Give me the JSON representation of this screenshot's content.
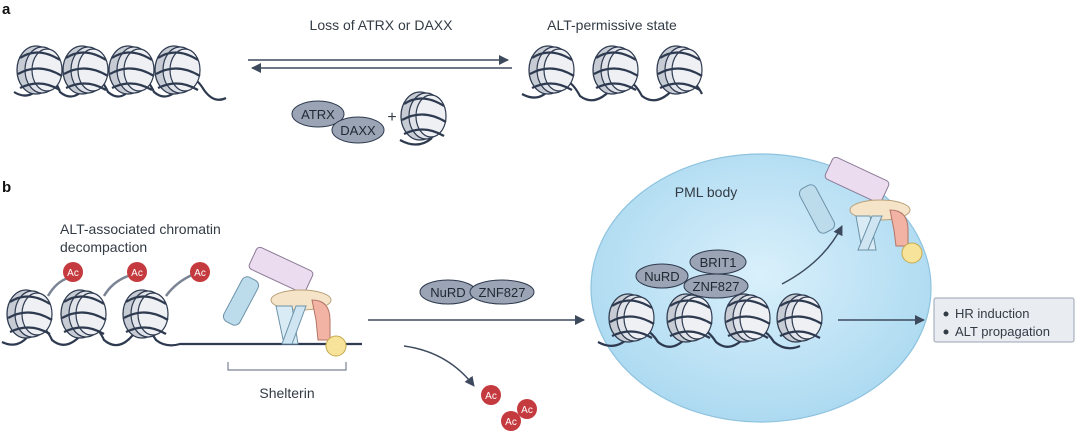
{
  "panel_a": {
    "label": "a",
    "loss_label": "Loss of ATRX or DAXX",
    "alt_state_label": "ALT-permissive state",
    "atrx": "ATRX",
    "daxx": "DAXX",
    "plus": "+"
  },
  "panel_b": {
    "label": "b",
    "decompaction_line1": "ALT-associated chromatin",
    "decompaction_line2": "decompaction",
    "ac_label": "Ac",
    "shelterin_label": "Shelterin",
    "nurd": "NuRD",
    "znf827": "ZNF827",
    "brit1": "BRIT1",
    "pml_body_label": "PML body",
    "outcomes": [
      "HR induction",
      "ALT propagation"
    ]
  },
  "colors": {
    "nucleosome_light": "#e4e7ec",
    "nucleosome_mid": "#b7bcc6",
    "dna": "#2e3a4f",
    "protein_pill": "#9aa4b4",
    "acetyl": "#c43a3f",
    "pml_body": "#bfe3f5",
    "arrow": "#3d4a5e",
    "shelterin_pink": "#ecdcf0",
    "shelterin_blue": "#bcdcec",
    "shelterin_peach": "#f6e4c8",
    "shelterin_salmon": "#f3b3a4",
    "shelterin_yellow": "#f7e39a",
    "outcome_box": "#e9ecf0"
  }
}
